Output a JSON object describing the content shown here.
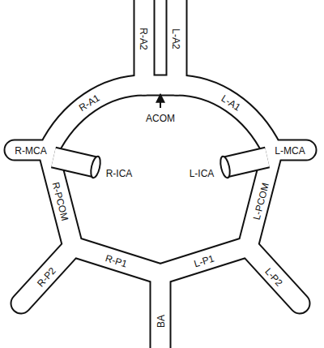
{
  "diagram": {
    "labels": [
      "R-A2",
      "L-A2",
      "ACOM",
      "R-A1",
      "L-A1",
      "R-MCA",
      "R-ICA",
      "L-ICA",
      "L-MCA",
      "R-PCOM",
      "L-PCOM",
      "R-P2",
      "R-P1",
      "L-P1",
      "L-P2",
      "BA"
    ]
  }
}
